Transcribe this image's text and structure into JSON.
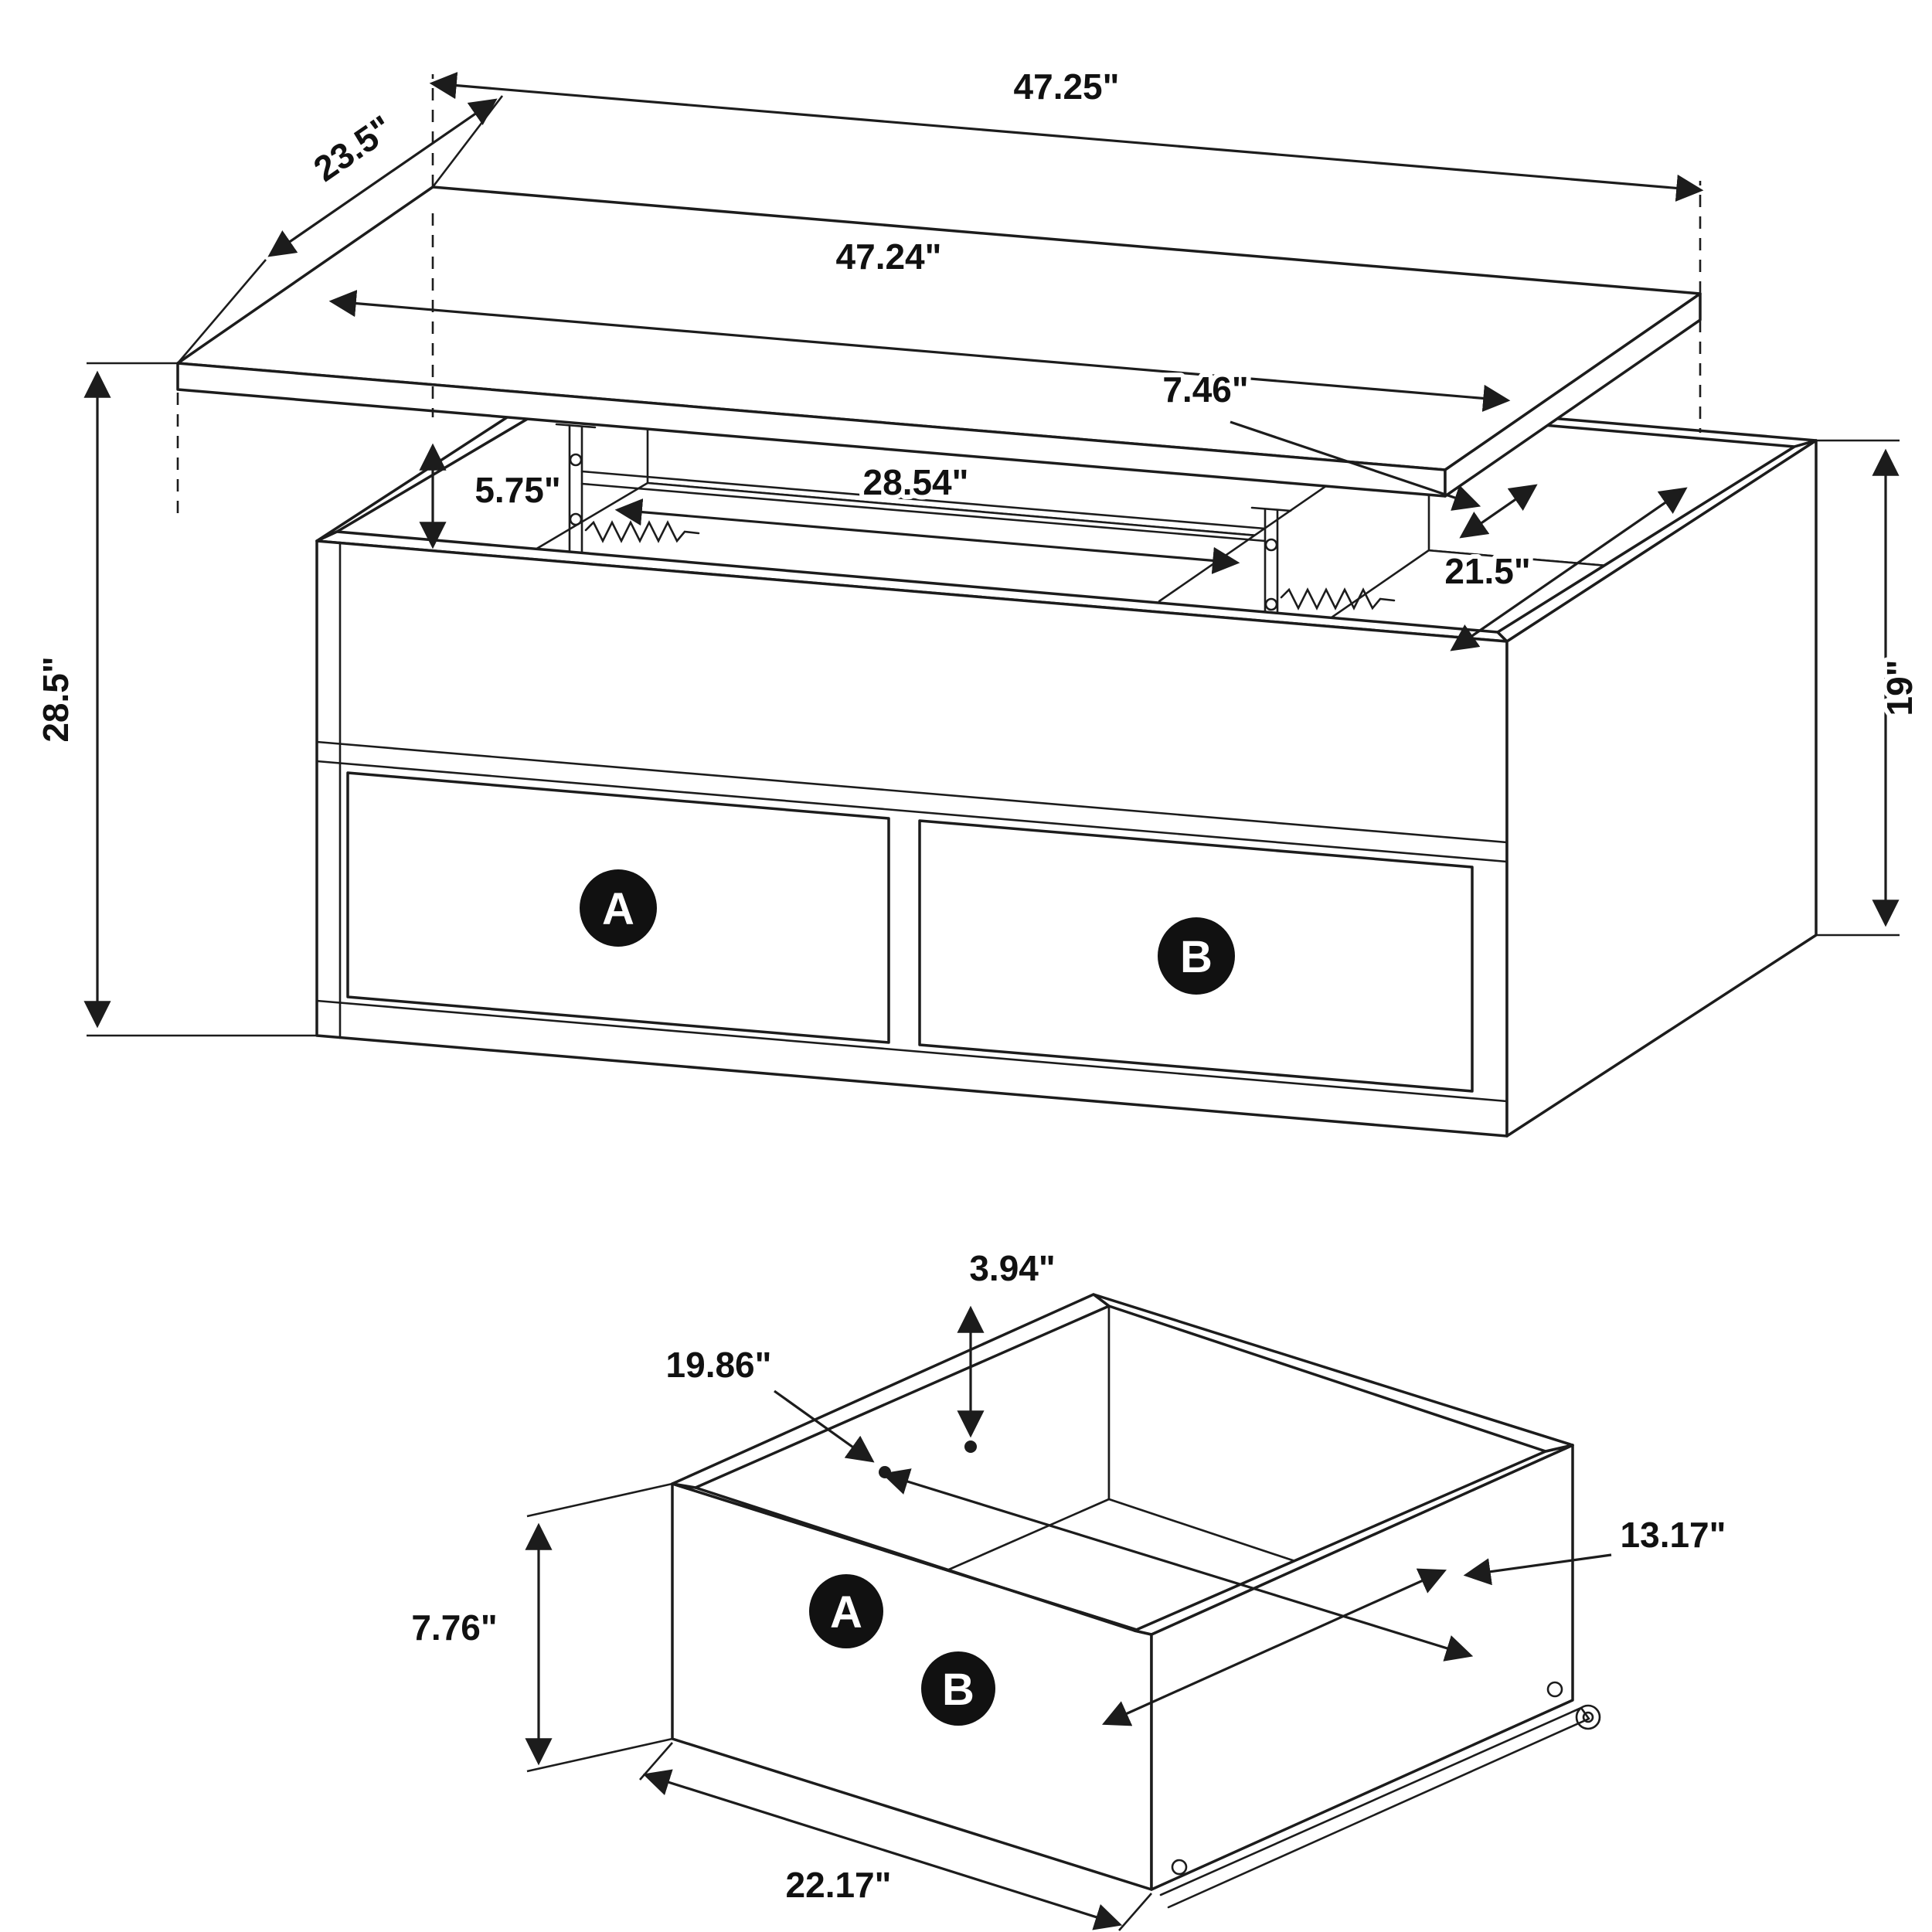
{
  "diagram": {
    "type": "furniture-dimension-drawing",
    "views": {
      "assembled": {
        "name": "lift-top coffee table",
        "dims": {
          "top_width": "47.25\"",
          "top_depth": "23.5\"",
          "top_length": "47.24\"",
          "overall_height": "28.5\"",
          "lift_clearance": "5.75\"",
          "lift_span": "28.54\"",
          "ledge_depth": "7.46\"",
          "compartment_depth": "21.5\"",
          "base_height": "19\""
        },
        "labels": {
          "drawer_a": "A",
          "drawer_b": "B"
        }
      },
      "drawer": {
        "name": "storage drawer",
        "dims": {
          "back_clearance": "3.94\"",
          "interior_length": "19.86\"",
          "interior_depth": "13.17\"",
          "front_height": "7.76\"",
          "front_width": "22.17\""
        },
        "labels": {
          "drawer_a": "A",
          "drawer_b": "B"
        }
      }
    },
    "colors": {
      "line": "#1c1c1c",
      "paper": "#ffffff",
      "badge_bg": "#111111",
      "badge_text": "#ffffff"
    }
  }
}
